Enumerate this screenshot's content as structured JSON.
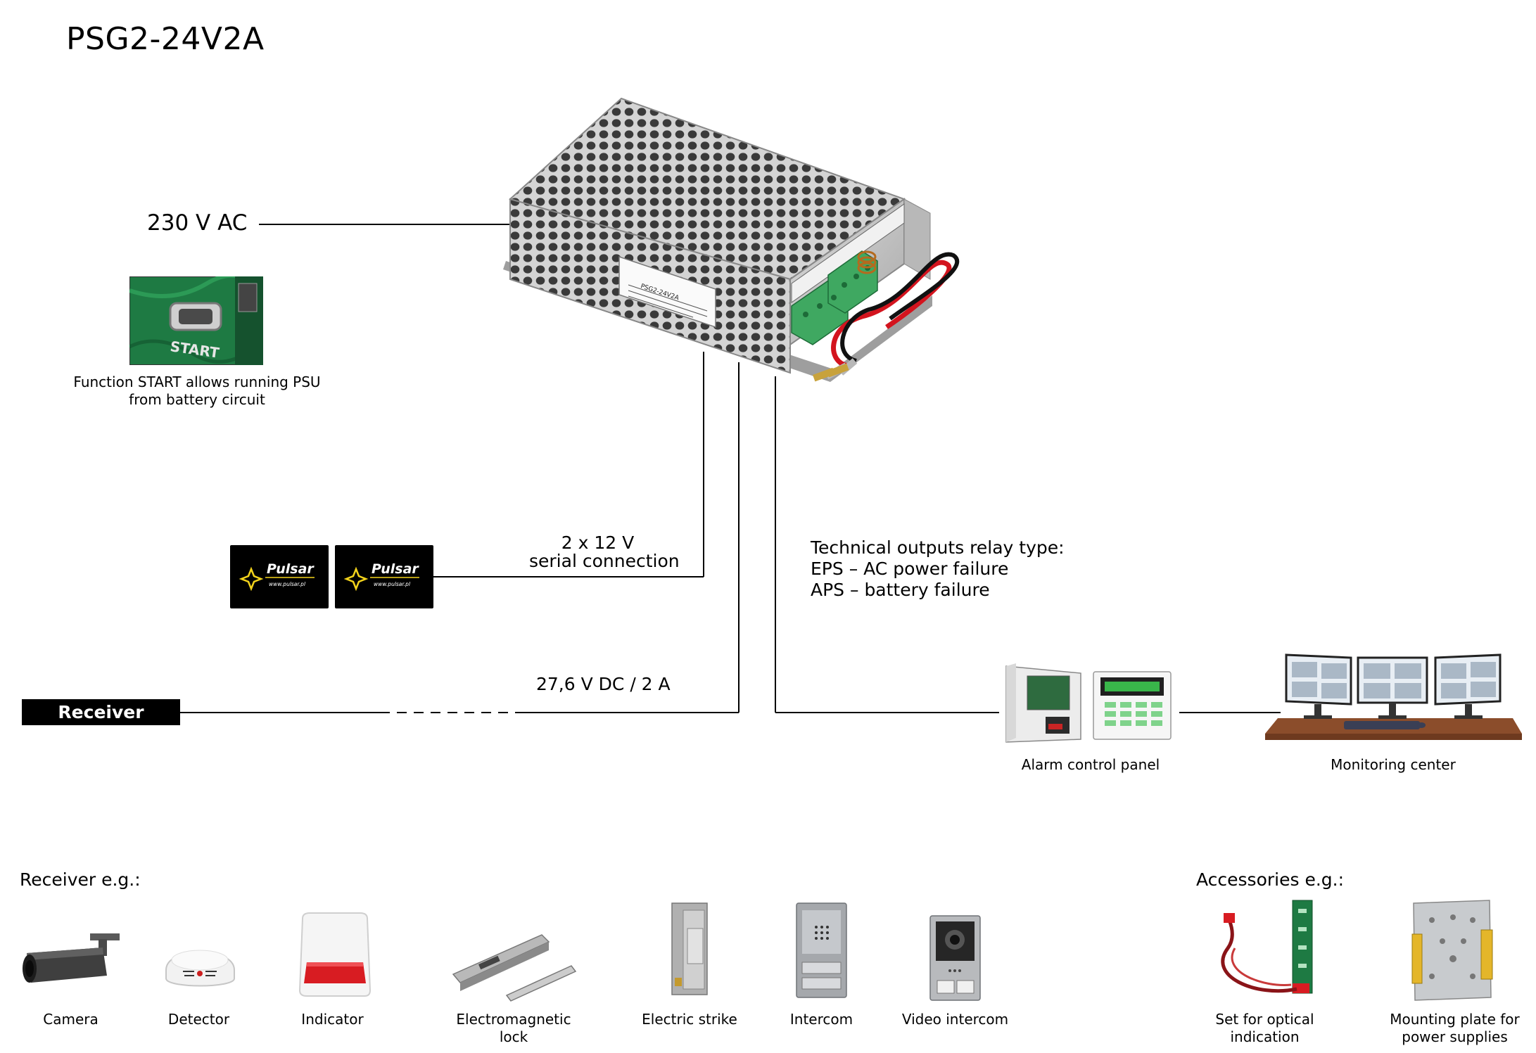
{
  "title": "PSG2-24V2A",
  "device_label": "PSG2-24V2A",
  "labels": {
    "ac_input": "230 V AC",
    "battery_line1": "2 x 12 V",
    "battery_line2": "serial connection",
    "dc_output": "27,6 V DC / 2 A",
    "tech_line1": "Technical outputs relay type:",
    "tech_line2": "EPS – AC power failure",
    "tech_line3": "APS – battery failure",
    "start_line1": "Function START allows running PSU",
    "start_line2": "from battery circuit",
    "start_button": "START",
    "receiver": "Receiver",
    "alarm_panel": "Alarm control panel",
    "monitoring": "Monitoring center"
  },
  "battery": {
    "brand": "Pulsar",
    "url": "www.pulsar.pl"
  },
  "receivers_heading": "Receiver e.g.:",
  "receivers": [
    {
      "label": "Camera",
      "icon": "camera-icon"
    },
    {
      "label": "Detector",
      "icon": "detector-icon"
    },
    {
      "label": "Indicator",
      "icon": "indicator-icon"
    },
    {
      "label_line1": "Electromagnetic",
      "label_line2": "lock",
      "icon": "electromagnetic-lock-icon"
    },
    {
      "label": "Electric strike",
      "icon": "electric-strike-icon"
    },
    {
      "label": "Intercom",
      "icon": "intercom-icon"
    },
    {
      "label": "Video intercom",
      "icon": "video-intercom-icon"
    }
  ],
  "accessories_heading": "Accessories e.g.:",
  "accessories": [
    {
      "label_line1": "Set for optical",
      "label_line2": "indication",
      "icon": "optical-indication-set-icon"
    },
    {
      "label_line1": "Mounting plate for",
      "label_line2": "power supplies",
      "icon": "mounting-plate-icon"
    }
  ],
  "colors": {
    "line": "#000000",
    "casing": "#c8c8c8",
    "terminal": "#3fa861",
    "wire_red": "#d3141e",
    "desk": "#8b4d2b",
    "pcb": "#1e7a43"
  }
}
